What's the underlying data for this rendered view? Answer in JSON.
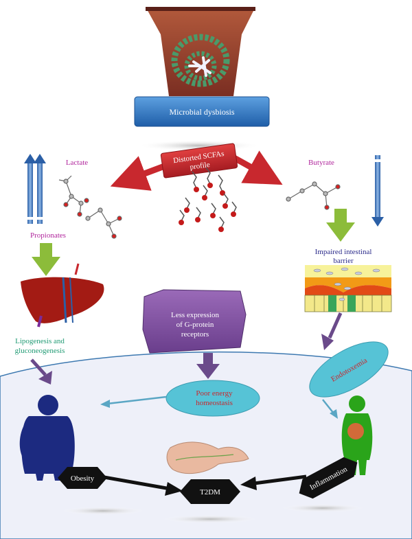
{
  "labels": {
    "microbial_dysbiosis": "Microbial dysbiosis",
    "distorted_scfas_line1": "Distorted SCFAs",
    "distorted_scfas_line2": "profile",
    "lactate": "Lactate",
    "butyrate": "Butyrate",
    "propionates": "Propionates",
    "impaired_barrier_line1": "Impaired intestinal",
    "impaired_barrier_line2": "barrier",
    "gprotein_line1": "Less expression",
    "gprotein_line2": "of G-protein",
    "gprotein_line3": "receptors",
    "lipogenesis_line1": "Lipogenesis and",
    "lipogenesis_line2": "gluconeogenesis",
    "endotoxemia": "Endotoxemia",
    "poor_energy_line1": "Poor energy",
    "poor_energy_line2": "homeostasis",
    "obesity": "Obesity",
    "t2dm": "T2DM",
    "inflammation": "Inflammation"
  },
  "colors": {
    "dysbiosis_box": "#2f73c2",
    "scfa_tag": "#c8282e",
    "red_arrow": "#c8282e",
    "green_arrow": "#8cbc3a",
    "purple_arrow": "#6a4a8a",
    "teal_ellipse": "#56c3d6",
    "teal_arrow": "#5aa6c4",
    "body_bg": "#eef0f9",
    "hexagon": "#111111",
    "obesity_figure": "#1c2a80",
    "inflammation_figure": "#2aa41a",
    "liver": "#a31b14",
    "gprotein_box": "#7b4c9c",
    "label_purple": "#b0259c",
    "label_green": "#1f9a73",
    "label_navy": "#2a2a8a"
  }
}
